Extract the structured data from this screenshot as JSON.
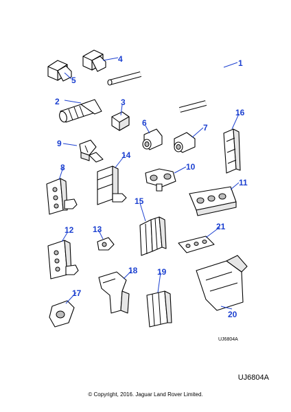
{
  "diagram": {
    "inner_code": "UJ6804A",
    "callouts": [
      "1",
      "2",
      "3",
      "4",
      "5",
      "6",
      "7",
      "8",
      "9",
      "10",
      "11",
      "12",
      "13",
      "14",
      "15",
      "16",
      "17",
      "18",
      "19",
      "20",
      "21"
    ]
  },
  "footer": {
    "reference_code": "UJ6804A",
    "copyright": "© Copyright, 2016. Jaguar Land Rover Limited."
  }
}
